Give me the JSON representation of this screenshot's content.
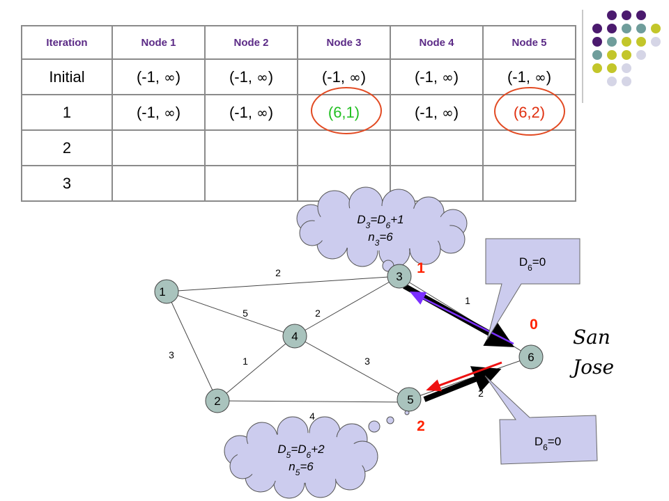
{
  "table": {
    "headers": [
      "Iteration",
      "Node 1",
      "Node 2",
      "Node 3",
      "Node 4",
      "Node 5"
    ],
    "rows": [
      {
        "label": "Initial",
        "cells": [
          "(-1, ∞)",
          "(-1, ∞)",
          "(-1, ∞)",
          "(-1, ∞)",
          "(-1, ∞)"
        ]
      },
      {
        "label": "1",
        "cells": [
          "(-1, ∞)",
          "(-1, ∞)",
          "(6,1)",
          "(-1, ∞)",
          "(6,2)"
        ]
      },
      {
        "label": "2",
        "cells": [
          "",
          "",
          "",
          "",
          ""
        ]
      },
      {
        "label": "3",
        "cells": [
          "",
          "",
          "",
          "",
          ""
        ]
      }
    ],
    "cell_colors": {
      "node3_iter1": "#22c022",
      "node5_iter1": "#e03010"
    },
    "highlight_color": "#e24a22"
  },
  "graph": {
    "nodes": [
      "1",
      "2",
      "3",
      "4",
      "5",
      "6"
    ],
    "edges": [
      {
        "from": "1",
        "to": "3",
        "weight": "2"
      },
      {
        "from": "1",
        "to": "4",
        "weight": "5"
      },
      {
        "from": "1",
        "to": "2",
        "weight": "3"
      },
      {
        "from": "4",
        "to": "3",
        "weight": "2"
      },
      {
        "from": "4",
        "to": "2",
        "weight": "1"
      },
      {
        "from": "4",
        "to": "5",
        "weight": "3"
      },
      {
        "from": "2",
        "to": "5",
        "weight": "4"
      },
      {
        "from": "3",
        "to": "6",
        "weight": "1"
      },
      {
        "from": "5",
        "to": "6",
        "weight": "2"
      }
    ],
    "node_fill": "#a9c3bd",
    "distance_labels": {
      "node3": "1",
      "node6": "0",
      "node5": "2"
    },
    "distance_color": "#ff2200",
    "city": [
      "San",
      "Jose"
    ]
  },
  "callouts": {
    "cloud_top": {
      "line1": "D3=D6+1",
      "line2": "n3=6"
    },
    "cloud_bottom": {
      "line1": "D5=D6+2",
      "line2": "n5=6"
    },
    "box_top": "D6=0",
    "box_bottom": "D6=0"
  },
  "colors": {
    "cloud_fill": "#ccccee",
    "arrow_purple": "#7b2fff",
    "arrow_red": "#ee1111",
    "dot_palette": [
      "#4b1a6e",
      "#6f9d9b",
      "#c3c62a",
      "#d5d5e6"
    ]
  }
}
